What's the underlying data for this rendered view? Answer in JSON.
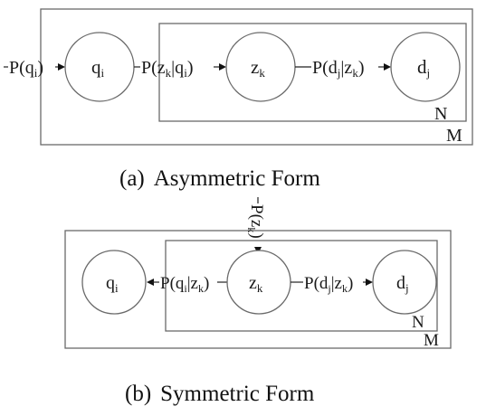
{
  "panel_a": {
    "caption_tag": "(a)",
    "caption": "Asymmetric Form",
    "prior_label": "P(q",
    "prior_sub": "i",
    "prior_close": ")",
    "node_q": "q",
    "node_q_sub": "i",
    "node_z": "z",
    "node_z_sub": "k",
    "node_d": "d",
    "node_d_sub": "j",
    "edge_qz": {
      "p": "P(z",
      "s1": "k",
      "bar": "|q",
      "s2": "i",
      "close": ")"
    },
    "edge_zd": {
      "p": "P(d",
      "s1": "j",
      "bar": "|z",
      "s2": "k",
      "close": ")"
    },
    "plate_inner": "N",
    "plate_outer": "M"
  },
  "panel_b": {
    "caption_tag": "(b)",
    "caption": "Symmetric Form",
    "prior_label": "P(z",
    "prior_sub": "k",
    "prior_close": ")",
    "node_q": "q",
    "node_q_sub": "i",
    "node_z": "z",
    "node_z_sub": "k",
    "node_d": "d",
    "node_d_sub": "j",
    "edge_zq": {
      "p": "P(q",
      "s1": "i",
      "bar": "|z",
      "s2": "k",
      "close": ")"
    },
    "edge_zd": {
      "p": "P(d",
      "s1": "j",
      "bar": "|z",
      "s2": "k",
      "close": ")"
    },
    "plate_inner": "N",
    "plate_outer": "M"
  },
  "colors": {
    "stroke": "#6a6a6a",
    "text": "#1a1a1a",
    "background": "#ffffff"
  }
}
